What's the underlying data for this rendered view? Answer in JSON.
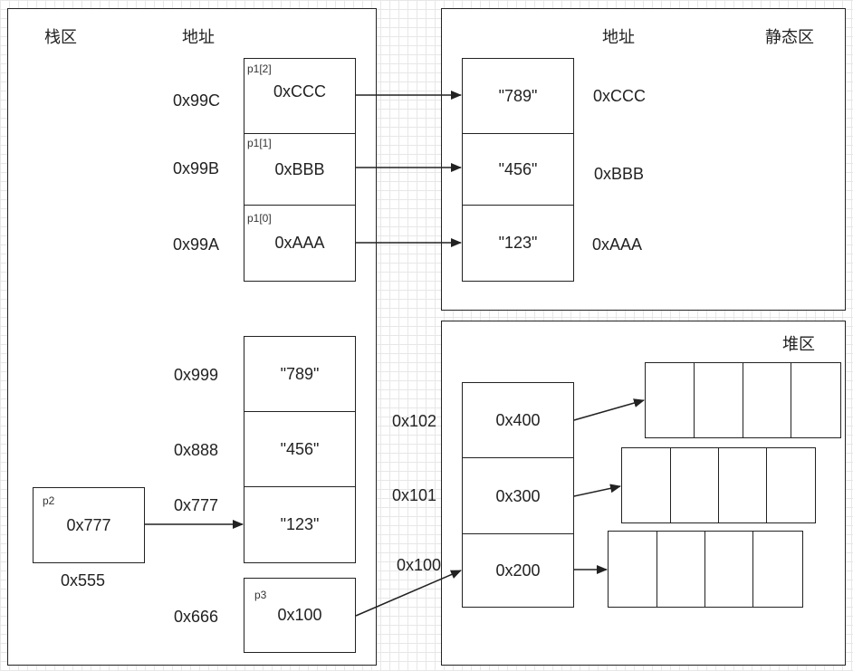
{
  "stack": {
    "title": "栈区",
    "address_header": "地址",
    "p1": [
      {
        "label": "p1[2]",
        "value": "0xCCC",
        "address": "0x99C"
      },
      {
        "label": "p1[1]",
        "value": "0xBBB",
        "address": "0x99B"
      },
      {
        "label": "p1[0]",
        "value": "0xAAA",
        "address": "0x99A"
      }
    ],
    "strings": [
      {
        "value": "\"789\"",
        "address": "0x999"
      },
      {
        "value": "\"456\"",
        "address": "0x888"
      },
      {
        "value": "\"123\"",
        "address": "0x777"
      }
    ],
    "p2": {
      "label": "p2",
      "value": "0x777",
      "address": "0x555"
    },
    "p3": {
      "label": "p3",
      "value": "0x100",
      "address": "0x666"
    }
  },
  "static_area": {
    "title": "静态区",
    "address_header": "地址",
    "cells": [
      {
        "value": "\"789\"",
        "address": "0xCCC"
      },
      {
        "value": "\"456\"",
        "address": "0xBBB"
      },
      {
        "value": "\"123\"",
        "address": "0xAAA"
      }
    ]
  },
  "heap": {
    "title": "堆区",
    "cells": [
      {
        "value": "0x400",
        "address": "0x102"
      },
      {
        "value": "0x300",
        "address": "0x101"
      },
      {
        "value": "0x200",
        "address": "0x100"
      }
    ]
  }
}
